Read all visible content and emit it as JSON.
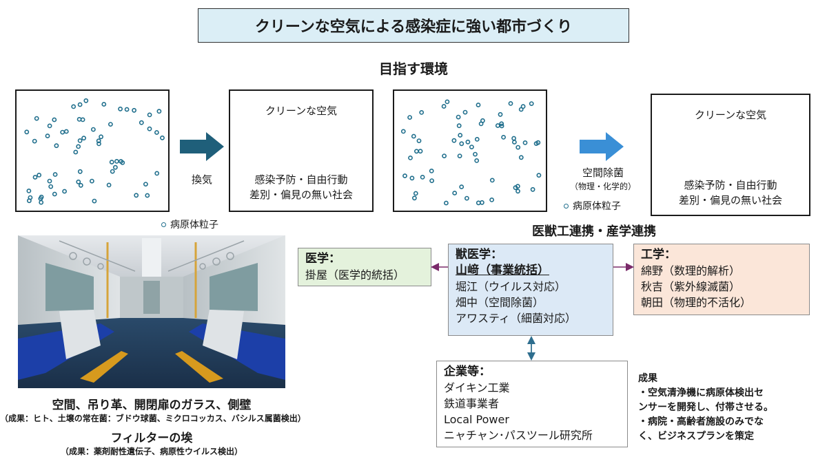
{
  "title": "クリーンな空気による感染症に強い都市づくり",
  "subtitle": "目指す環境",
  "panels": {
    "clean_label": "クリーンな空気",
    "benefit_line1": "感染予防・自由行動",
    "benefit_line2": "差別・偏見の無い社会"
  },
  "arrows": {
    "ventilation": "換気",
    "disinfection": "空間除菌",
    "disinfection_sub": "（物理・化学的）"
  },
  "legend_label": "病原体粒子",
  "collab_heading": "医獣工連携・産学連携",
  "medicine": {
    "head": "医学：",
    "members": [
      "掛屋（医学的統括）"
    ]
  },
  "vet": {
    "head": "獣医学：",
    "lead": "山﨑（事業統括）",
    "members": [
      "堀江（ウイルス対応）",
      "畑中（空間除菌）",
      "アワスティ（細菌対応）"
    ]
  },
  "engineering": {
    "head": "工学：",
    "members": [
      "綿野（数理的解析）",
      "秋吉（紫外線滅菌）",
      "朝田（物理的不活化）"
    ]
  },
  "companies": {
    "head": "企業等：",
    "members": [
      "ダイキン工業",
      "鉄道事業者",
      "Local Power",
      "ニャチャン･パスツール研究所"
    ]
  },
  "results": {
    "head": "成果",
    "lines": [
      "・空気清浄機に病原体検出セ",
      "ンサーを開発し、付帯させる。",
      "・病院・高齢者施設のみでな",
      "く、ビジネスプランを策定"
    ]
  },
  "train_caption": {
    "line1": "空間、吊り革、開閉扉のガラス、側壁",
    "line2": "（成果：ヒト、土壌の常在菌：ブドウ球菌、ミクロコッカス、バシルス属菌検出）",
    "line3": "フィルターの埃",
    "line4": "（成果：薬剤耐性遺伝子、病原性ウイルス検出）"
  },
  "colors": {
    "title_bg": "#dbeef6",
    "arrow1": "#1f5f7a",
    "arrow2": "#3a8fd6",
    "medicine_bg": "#e4f2dc",
    "vet_bg": "#dce9f6",
    "engineering_bg": "#fbe6d9",
    "company_bg": "#ffffff",
    "particle": "#1f6e8c",
    "link_purple": "#7a2a6a",
    "link_blue": "#2e6e8e"
  }
}
